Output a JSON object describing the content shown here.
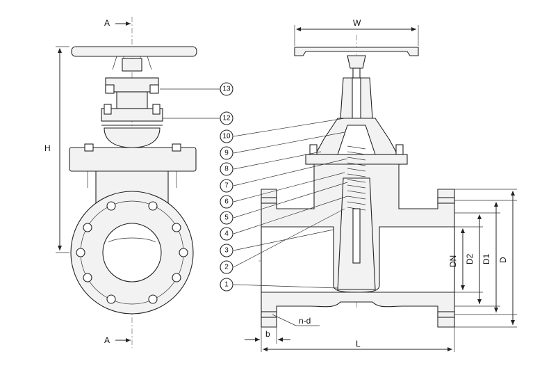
{
  "section_marks": {
    "top": "A",
    "bottom": "A"
  },
  "dimensions": {
    "height": "H",
    "width": "W",
    "length": "L",
    "bore": "DN",
    "d2": "D2",
    "d1": "D1",
    "d": "D",
    "flange_thickness": "b",
    "bolt_holes": "n-d"
  },
  "callouts": [
    "1",
    "2",
    "3",
    "4",
    "5",
    "6",
    "7",
    "8",
    "9",
    "10",
    "12",
    "13"
  ],
  "colors": {
    "line": "#222222",
    "hatch": "#555555",
    "background": "#ffffff"
  }
}
